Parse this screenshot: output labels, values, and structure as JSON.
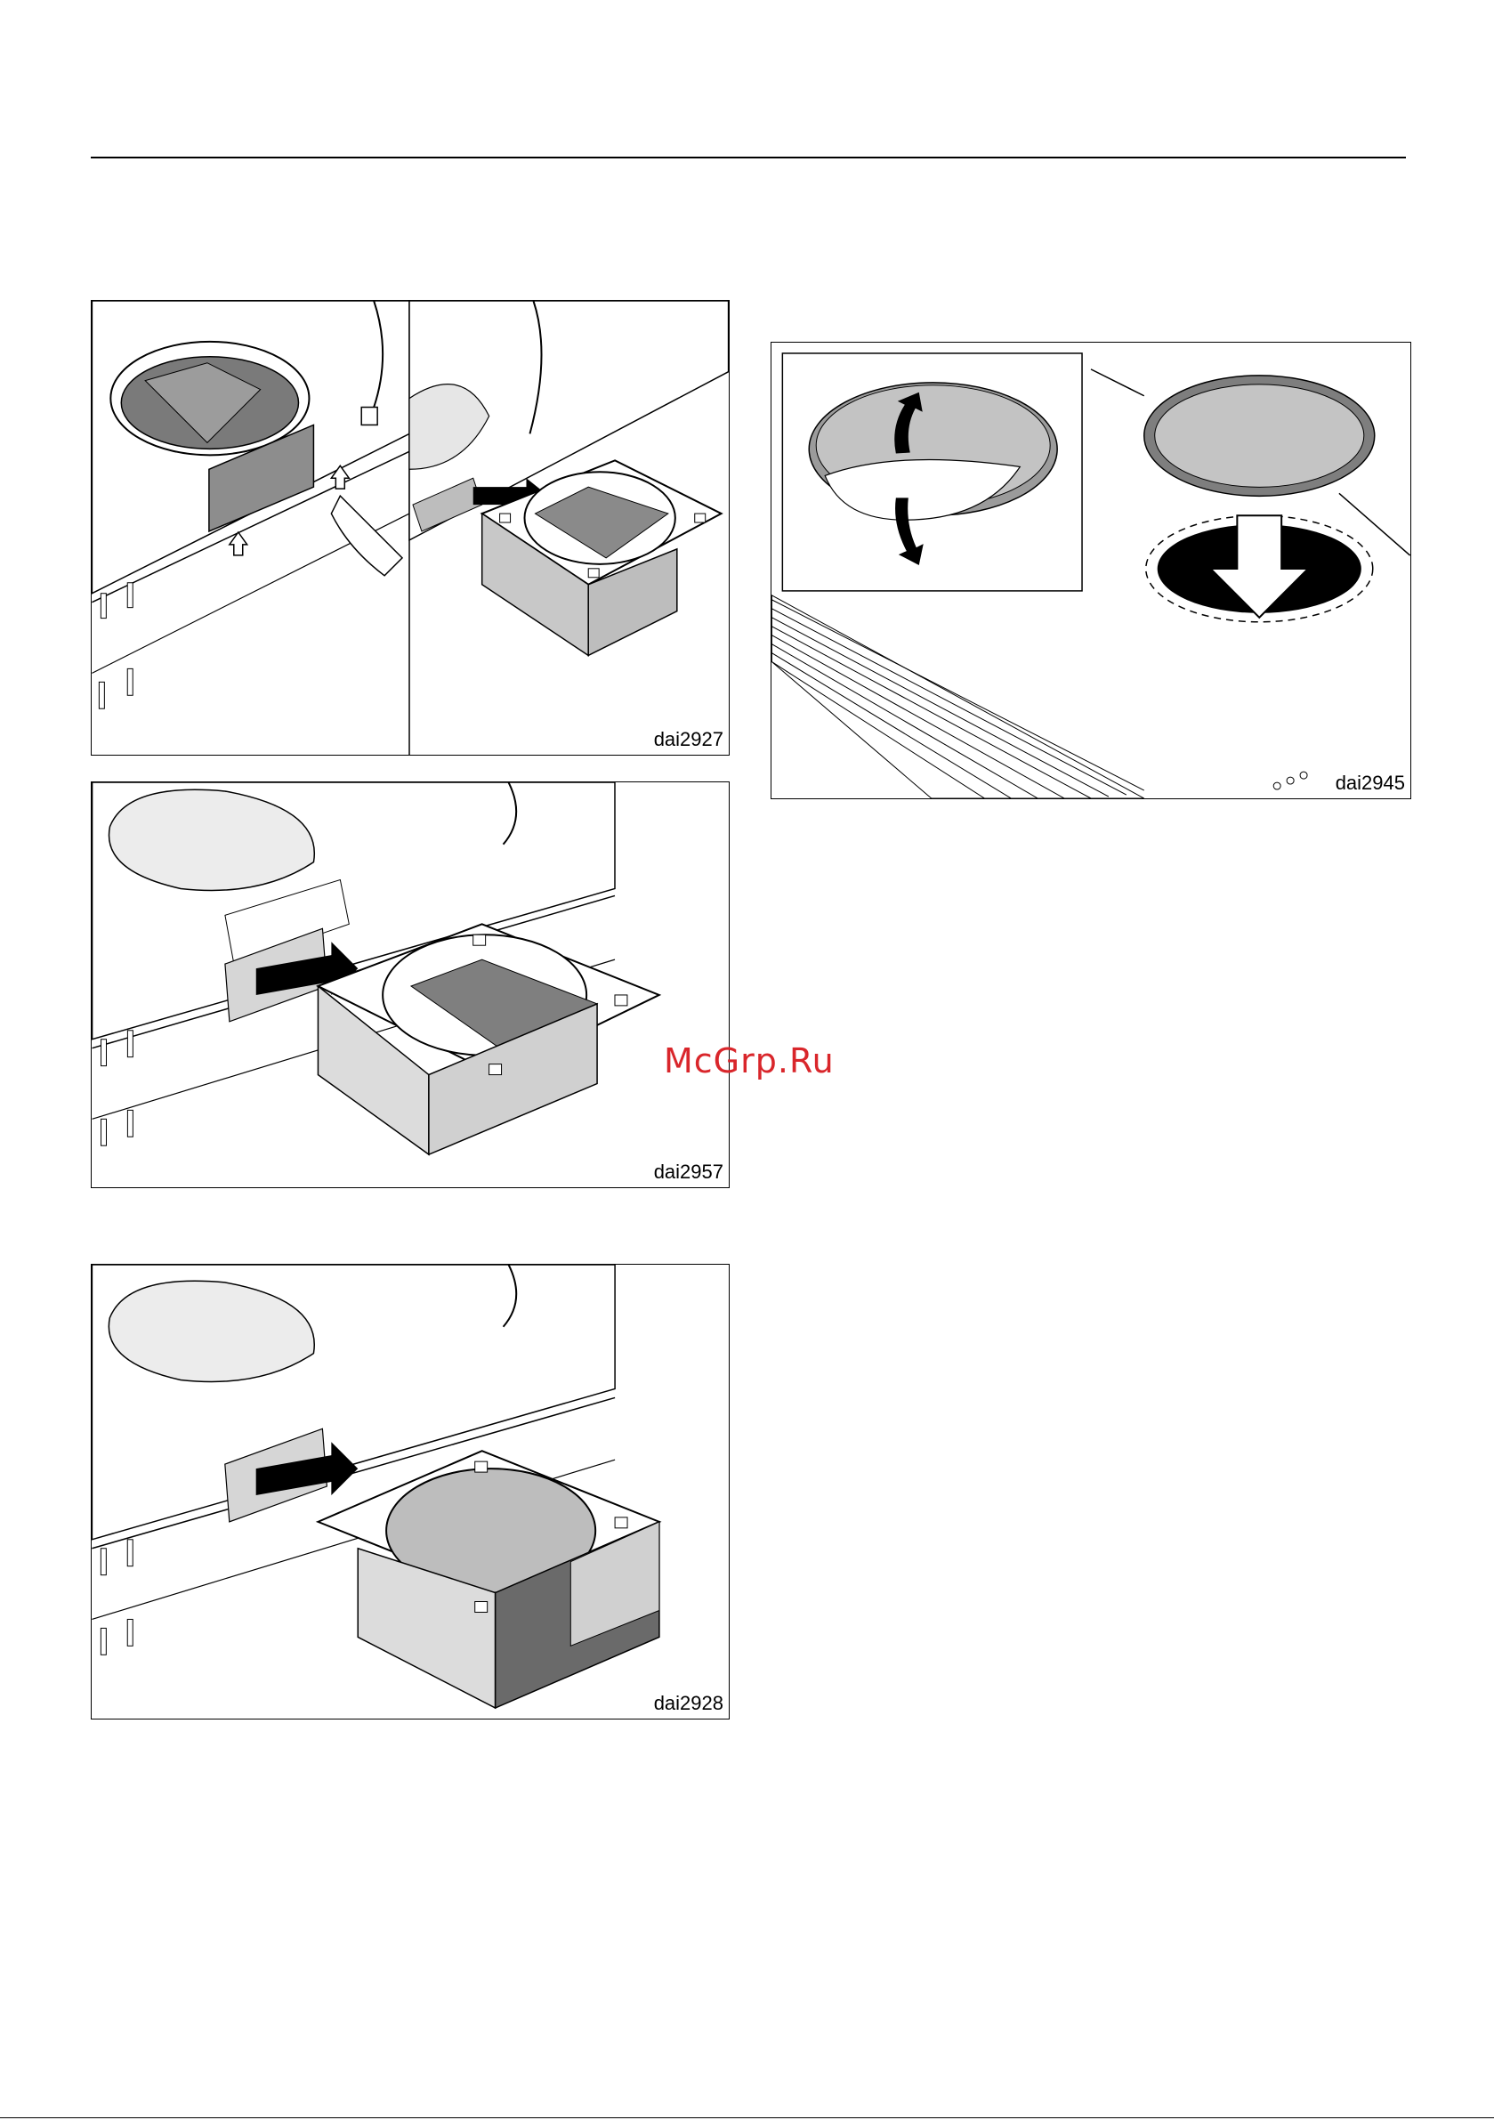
{
  "figures": [
    {
      "code": "dai2927"
    },
    {
      "code": "dai2957"
    },
    {
      "code": "dai2928"
    },
    {
      "code": "dai2945"
    }
  ],
  "watermark": "McGrp.Ru",
  "colors": {
    "line": "#000000",
    "shade_light": "#d4d4d4",
    "shade_mid": "#a8a8a8",
    "shade_dark": "#6e6e6e"
  }
}
